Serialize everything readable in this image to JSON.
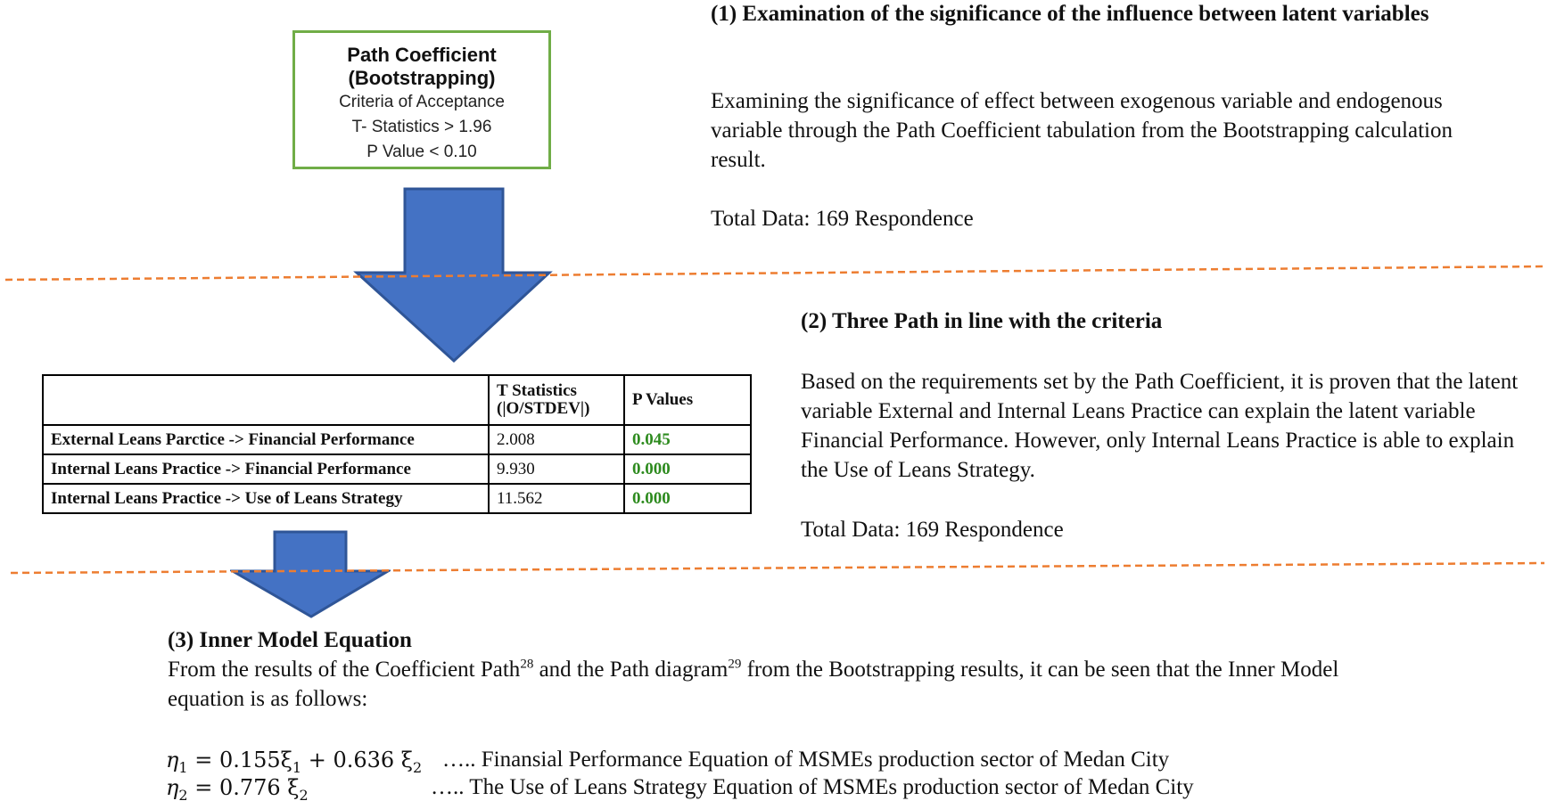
{
  "criteria_box": {
    "title_line1": "Path Coefficient",
    "title_line2": "(Bootstrapping)",
    "line1": "Criteria of Acceptance",
    "line2": "T- Statistics > 1.96",
    "line3": "P Value < 0.10"
  },
  "section1": {
    "heading": "(1) Examination of the significance of the influence between latent variables",
    "body": "Examining the significance of effect between exogenous variable and endogenous variable through the Path Coefficient tabulation from the Bootstrapping calculation result.",
    "total": "Total Data: 169 Respondence"
  },
  "section2": {
    "heading": "(2) Three Path in line with the criteria",
    "body": "Based on the requirements set by the Path Coefficient, it is proven that the latent variable External and Internal Leans Practice can explain the latent variable Financial Performance. However, only Internal Leans Practice is able to explain the Use of Leans Strategy.",
    "total": "Total Data: 169 Respondence"
  },
  "table": {
    "header_tstat_line1": "T Statistics",
    "header_tstat_line2": "(|O/STDEV|)",
    "header_pval": "P Values",
    "rows": [
      {
        "path": "External Leans Parctice -> Financial Performance",
        "tstat": "2.008",
        "pval": "0.045"
      },
      {
        "path": "Internal Leans Practice -> Financial Performance",
        "tstat": "9.930",
        "pval": "0.000"
      },
      {
        "path": "Internal Leans Practice -> Use of Leans Strategy",
        "tstat": "11.562",
        "pval": "0.000"
      }
    ]
  },
  "section3": {
    "heading": "(3) Inner Model Equation",
    "body_part1": "From the results of the Coefficient Path",
    "ref1": "28",
    "body_part2": " and the Path diagram",
    "ref2": "29",
    "body_part3": " from the Bootstrapping results, it can be seen that the Inner Model equation is as follows:",
    "eq1_lhs": "η",
    "eq1_lhs_sub": "1",
    "eq1_rhs": "= 0.155ξ",
    "eq1_rhs_sub1": "1",
    "eq1_rhs_mid": " + 0.636 ξ",
    "eq1_rhs_sub2": "2",
    "eq1_desc": "….. Finansial Performance Equation of MSMEs production sector of Medan City",
    "eq2_lhs": "η",
    "eq2_lhs_sub": "2",
    "eq2_rhs": "= 0.776 ξ",
    "eq2_rhs_sub": "2",
    "eq2_desc": "….. The Use of Leans Strategy Equation of MSMEs production sector of Medan City"
  },
  "colors": {
    "box_border": "#70ad47",
    "arrow_fill": "#4472c4",
    "arrow_stroke": "#2f5597",
    "divider": "#ed7d31",
    "pvalue_text": "#2e8b1f"
  }
}
